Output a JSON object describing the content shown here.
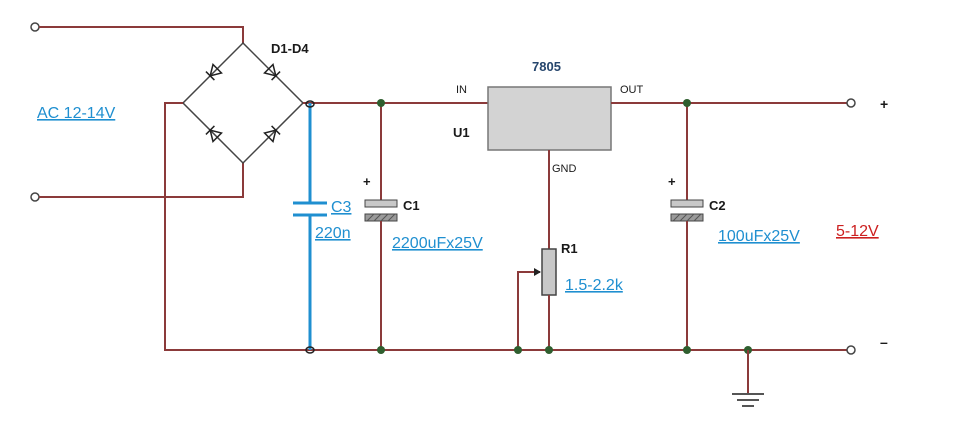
{
  "labels": {
    "bridge": "D1-D4",
    "regulator_part": "7805",
    "regulator_ref": "U1",
    "pin_in": "IN",
    "pin_out": "OUT",
    "pin_gnd": "GND",
    "ac_input": "AC 12-14V",
    "c3_ref": "C3",
    "c3_value": "220n",
    "c1_ref": "C1",
    "c1_value": "2200uFx25V",
    "c2_ref": "C2",
    "c2_value": "100uFx25V",
    "r1_ref": "R1",
    "r1_value": "1.5-2.2k",
    "output_range": "5-12V",
    "plus_sign": "+",
    "minus_sign": "–",
    "c1_polarity": "+",
    "c2_polarity": "+"
  },
  "colors": {
    "wire": "#8b3a3a",
    "accent": "#1f8fd0",
    "output_label": "#cc1f1f",
    "regulator_fill": "#d3d3d3"
  }
}
